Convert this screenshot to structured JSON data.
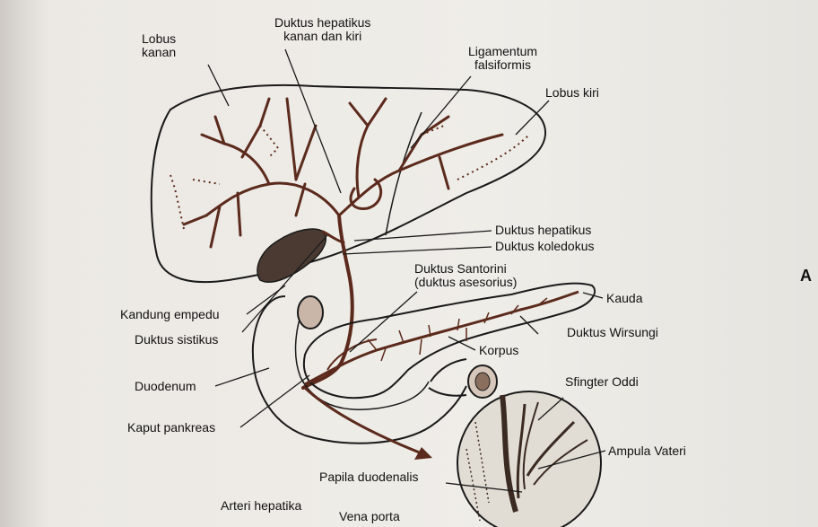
{
  "labels": {
    "lobus_kanan": [
      "Lobus",
      "kanan"
    ],
    "duktus_hepatikus_kanan_kiri": [
      "Duktus hepatikus",
      "kanan dan kiri"
    ],
    "ligamentum_falsiformis": [
      "Ligamentum",
      "falsiformis"
    ],
    "lobus_kiri": "Lobus kiri",
    "duktus_hepatikus": "Duktus hepatikus",
    "duktus_koledokus": "Duktus koledokus",
    "duktus_santorini": [
      "Duktus Santorini",
      "(duktus asesorius)"
    ],
    "kauda": "Kauda",
    "kandung_empedu": "Kandung empedu",
    "duktus_sistikus": "Duktus sistikus",
    "duktus_wirsungi": "Duktus Wirsungi",
    "korpus": "Korpus",
    "duodenum": "Duodenum",
    "sfingter_oddi": "Sfingter Oddi",
    "kaput_pankreas": "Kaput pankreas",
    "ampula_vateri": "Ampula Vateri",
    "papila_duodenalis": "Papila duodenalis",
    "arteri_hepatika": "Arteri hepatika",
    "vena_porta": "Vena porta",
    "panel_letter": "A"
  }
}
